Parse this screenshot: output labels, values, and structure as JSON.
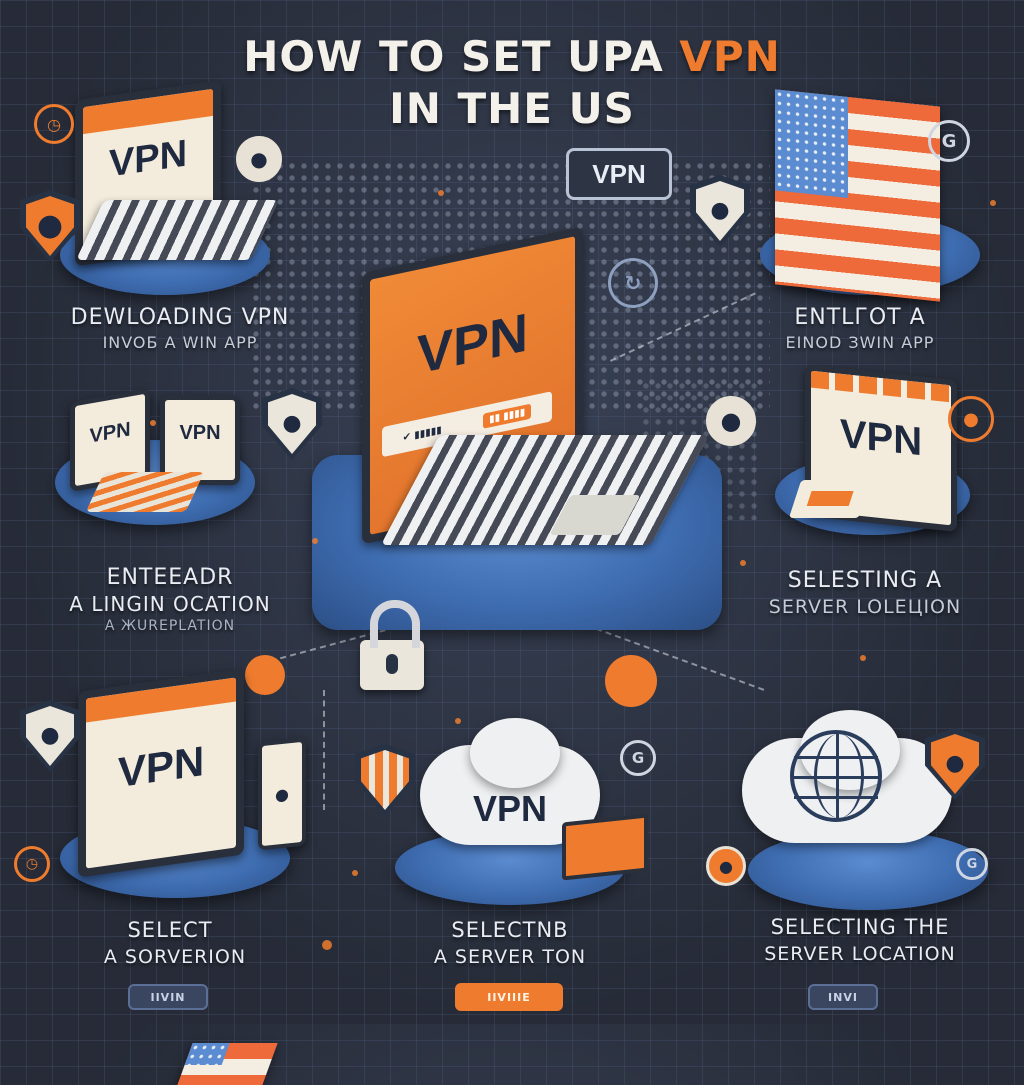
{
  "title": {
    "line1_pre": "HOW TO SET U",
    "line1_mid": "PA ",
    "line1_accent": "VPN",
    "line2": "IN THE US"
  },
  "badges": {
    "top_badge": "VPN"
  },
  "screens": {
    "vpn": "VPN",
    "center_field_left": "✔ ▮▮▮▮▮",
    "center_field_right": "▮▮ ▮▮▮▮"
  },
  "labels": {
    "top_left_line1": "DEWLOADING VPN",
    "top_left_line2": "INVOБ A WIN APP",
    "top_right_line1": "ENTLГOT A",
    "top_right_line2": "EINOD ЗWIN APP",
    "mid_left_line1": "ENTEEADR",
    "mid_left_line2": "A LINGIN OCATION",
    "mid_left_line3": "A ЖUREPLATION",
    "mid_right_line1": "SELESTING A",
    "mid_right_line2": "SERVER LOLEЦION",
    "bottom_left_line1": "SELECT",
    "bottom_left_line2": "A SORVERION",
    "bottom_center_line1": "SELECTNВ",
    "bottom_center_line2": "A SERVER TON",
    "bottom_right_line1": "SELECTING THE",
    "bottom_right_line2": "SERVER LOCATION"
  },
  "buttons": {
    "left": "IIVIN",
    "center": "IIVIIIE",
    "right": "INVI"
  },
  "colors": {
    "accent": "#ef7c2e",
    "background": "#2b3140",
    "disc": "#4d7cc0"
  }
}
